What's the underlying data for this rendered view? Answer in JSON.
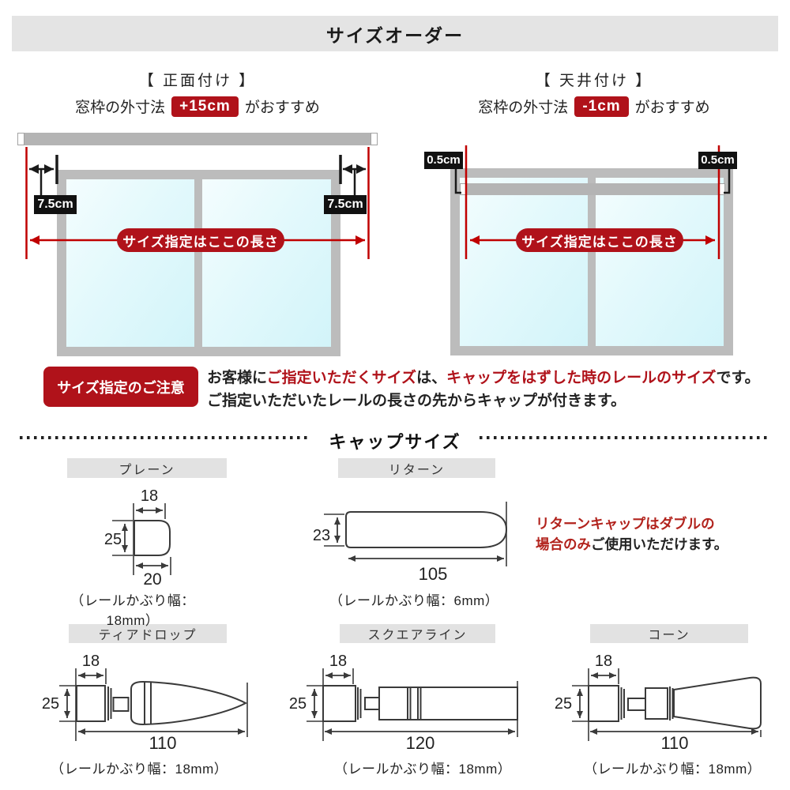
{
  "page": {
    "title": "サイズオーダー"
  },
  "front": {
    "title": "【 正面付け 】",
    "rec_prefix": "窓枠の外寸法",
    "rec_badge": "+15cm",
    "rec_suffix": "がおすすめ",
    "offset_left": "7.5cm",
    "offset_right": "7.5cm",
    "banner": "サイズ指定はここの長さ"
  },
  "ceiling": {
    "title": "【 天井付け 】",
    "rec_prefix": "窓枠の外寸法",
    "rec_badge": "-1cm",
    "rec_suffix": "がおすすめ",
    "offset_left": "0.5cm",
    "offset_right": "0.5cm",
    "banner": "サイズ指定はここの長さ"
  },
  "notice": {
    "badge": "サイズ指定のご注意",
    "line1": [
      "お客様に",
      "ご指定いただくサイズ",
      "は、",
      "キャップをはずした時のレールのサイズ",
      "です。"
    ],
    "line2": "ご指定いただいたレールの長さの先からキャップが付きます。"
  },
  "divider": {
    "title": "キャップサイズ"
  },
  "caps": {
    "plain": {
      "name": "プレーン",
      "w_top": "18",
      "h": "25",
      "w_bottom": "20",
      "caption": "（レールかぶり幅：18mm）"
    },
    "return": {
      "name": "リターン",
      "h": "23",
      "w": "105",
      "caption": "（レールかぶり幅：6mm）"
    },
    "teardrop": {
      "name": "ティアドロップ",
      "w_top": "18",
      "h": "25",
      "w": "110",
      "caption": "（レールかぶり幅：18mm）"
    },
    "squareline": {
      "name": "スクエアライン",
      "w_top": "18",
      "h": "25",
      "w": "120",
      "caption": "（レールかぶり幅：18mm）"
    },
    "cone": {
      "name": "コーン",
      "w_top": "18",
      "h": "25",
      "w": "110",
      "caption": "（レールかぶり幅：18mm）"
    }
  },
  "return_note": {
    "red_line1": "リターンキャップはダブルの",
    "red_line2": "場合のみ",
    "black": "ご使用いただけます。"
  },
  "colors": {
    "accent_red": "#b0121a",
    "measure_red": "#c00000",
    "note_red": "#b2231d",
    "label_bg": "#111111",
    "header_gray": "#e4e4e4",
    "frame_gray": "#bcbcbc",
    "pane_cyan": "#d2f4f9"
  }
}
